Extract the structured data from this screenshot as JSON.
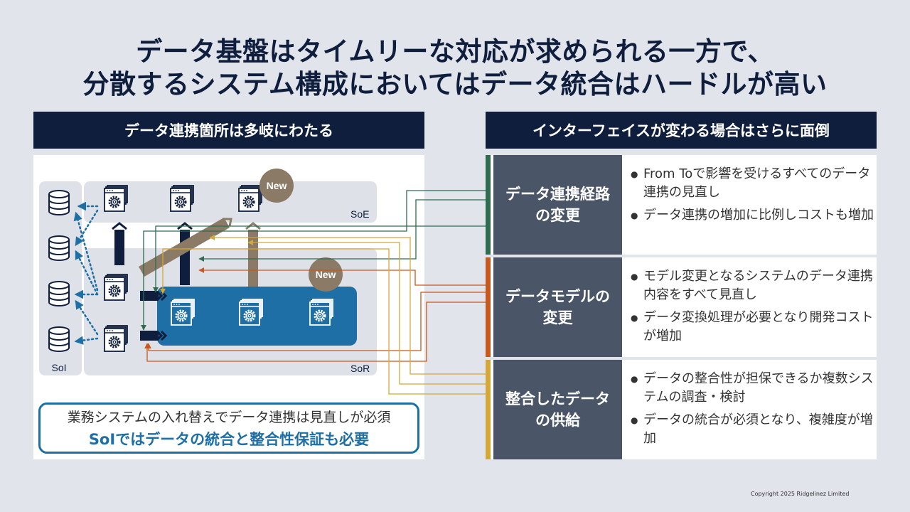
{
  "title": {
    "line1": "データ基盤はタイムリーな対応が求められる一方で、",
    "line2": "分散するシステム構成においてはデータ統合はハードルが高い"
  },
  "left": {
    "header": "データ連携箇所は多岐にわたる",
    "labels": {
      "soe": "SoE",
      "sor": "SoR",
      "soi": "SoI",
      "new": "New"
    },
    "note": {
      "line1": "業務システムの入れ替えでデータ連携は見直しが必須",
      "line2": "SoIではデータの統合と整合性保証も必要"
    }
  },
  "right": {
    "header": "インターフェイスが変わる場合はさらに面倒",
    "rows": [
      {
        "label": "データ連携経路の変更",
        "color": "#2e6b4f",
        "bullets": [
          "From Toで影響を受けるすべてのデータ連携の見直し",
          "データ連携の増加に比例しコストも増加"
        ]
      },
      {
        "label": "データモデルの変更",
        "color": "#c9581d",
        "bullets": [
          "モデル変更となるシステムのデータ連携内容をすべて見直し",
          "データ変換処理が必要となり開発コストが増加"
        ]
      },
      {
        "label": "整合したデータの供給",
        "color": "#d4a838",
        "bullets": [
          "データの整合性が担保できるか複数システムの調査・検討",
          "データの統合が必須となり、複雑度が増加"
        ]
      }
    ]
  },
  "colors": {
    "navy": "#0f1e3c",
    "blue": "#1d6fa5",
    "brown": "#8b7a66",
    "panel_gray": "#dfe1e8",
    "label_gray": "#4a5568"
  },
  "copyright": "Copyright 2025 Ridgelinez Limited"
}
